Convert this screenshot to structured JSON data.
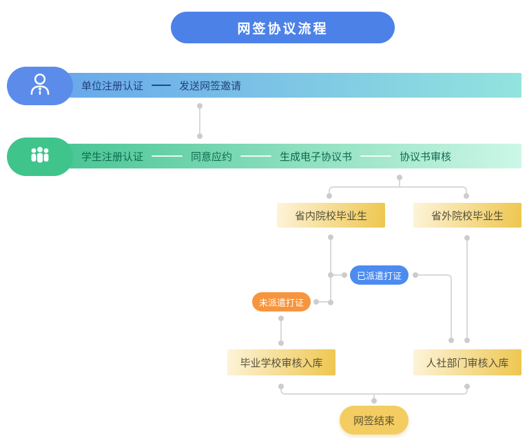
{
  "title": "网签协议流程",
  "lanes": [
    {
      "name": "unit-lane",
      "icon": "user-icon",
      "steps": [
        {
          "label": "单位注册认证"
        },
        {
          "label": "发送网签邀请"
        }
      ]
    },
    {
      "name": "student-lane",
      "icon": "team-icon",
      "steps": [
        {
          "label": "学生注册认证"
        },
        {
          "label": "同意应约"
        },
        {
          "label": "生成电子协议书"
        },
        {
          "label": "协议书审核"
        }
      ]
    }
  ],
  "nodes": {
    "in_province": "省内院校毕业生",
    "out_province": "省外院校毕业生",
    "dispatched": "已派遣打证",
    "not_dispatched": "未派遣打证",
    "school_review": "毕业学校审核入库",
    "hr_review": "人社部门审核入库",
    "finish": "网签结束"
  },
  "colors": {
    "title_blue": "#4c81e8",
    "lane1_blob": "#5c8cea",
    "lane1_bar_start": "#66a5ec",
    "lane1_bar_end": "#92e4de",
    "lane1_text": "#24407e",
    "lane2_blob": "#3fc48c",
    "lane2_bar_start": "#43c391",
    "lane2_bar_end": "#cdf7e7",
    "lane2_text": "#0b6b4e",
    "box_gradient_start": "#fdf4da",
    "box_gradient_end": "#eec64e",
    "box_text": "#55503a",
    "pill_blue": "#4c8bf0",
    "pill_orange": "#f6953d",
    "pill_finish": "#f3cd61",
    "connector_gray": "#d9d9d9"
  }
}
